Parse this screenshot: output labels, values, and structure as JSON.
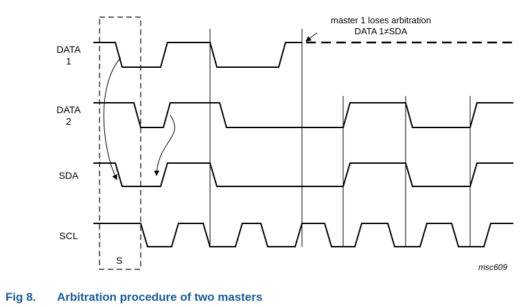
{
  "signals": {
    "data1": [
      "DATA",
      "1"
    ],
    "data2": [
      "DATA",
      "2"
    ],
    "sda": "SDA",
    "scl": "SCL"
  },
  "annotation": {
    "line1": "master 1 loses arbitration",
    "line2": "DATA 1≠SDA"
  },
  "start_label": "S",
  "reference_code": "msc609",
  "figure": {
    "number": "Fig 8.",
    "title": "Arbitration procedure of two masters"
  }
}
